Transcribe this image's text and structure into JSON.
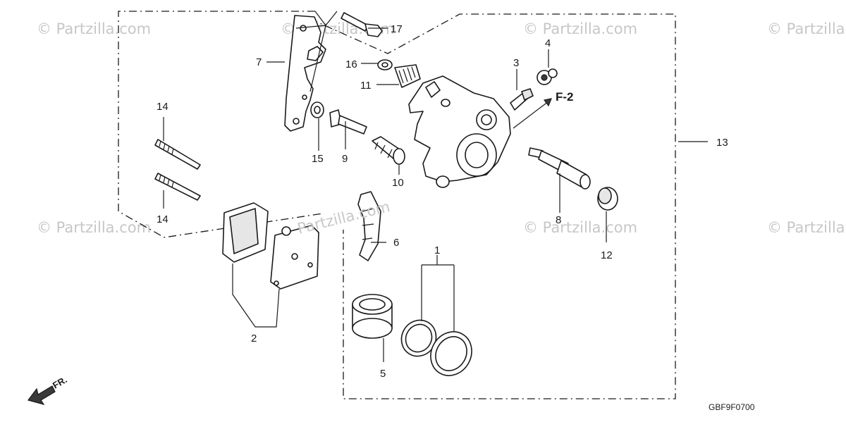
{
  "watermark": {
    "text": "© Partzilla.com",
    "inline_text": "Partzilla.com"
  },
  "callouts": {
    "c1": "1",
    "c2": "2",
    "c3": "3",
    "c4": "4",
    "c5": "5",
    "c6": "6",
    "c7": "7",
    "c8": "8",
    "c9": "9",
    "c10": "10",
    "c11": "11",
    "c12": "12",
    "c13": "13",
    "c14a": "14",
    "c14b": "14",
    "c15": "15",
    "c16": "16",
    "c17": "17"
  },
  "reference_label": "F-2",
  "front_label": "FR.",
  "diagram_code": "GBF9F0700"
}
